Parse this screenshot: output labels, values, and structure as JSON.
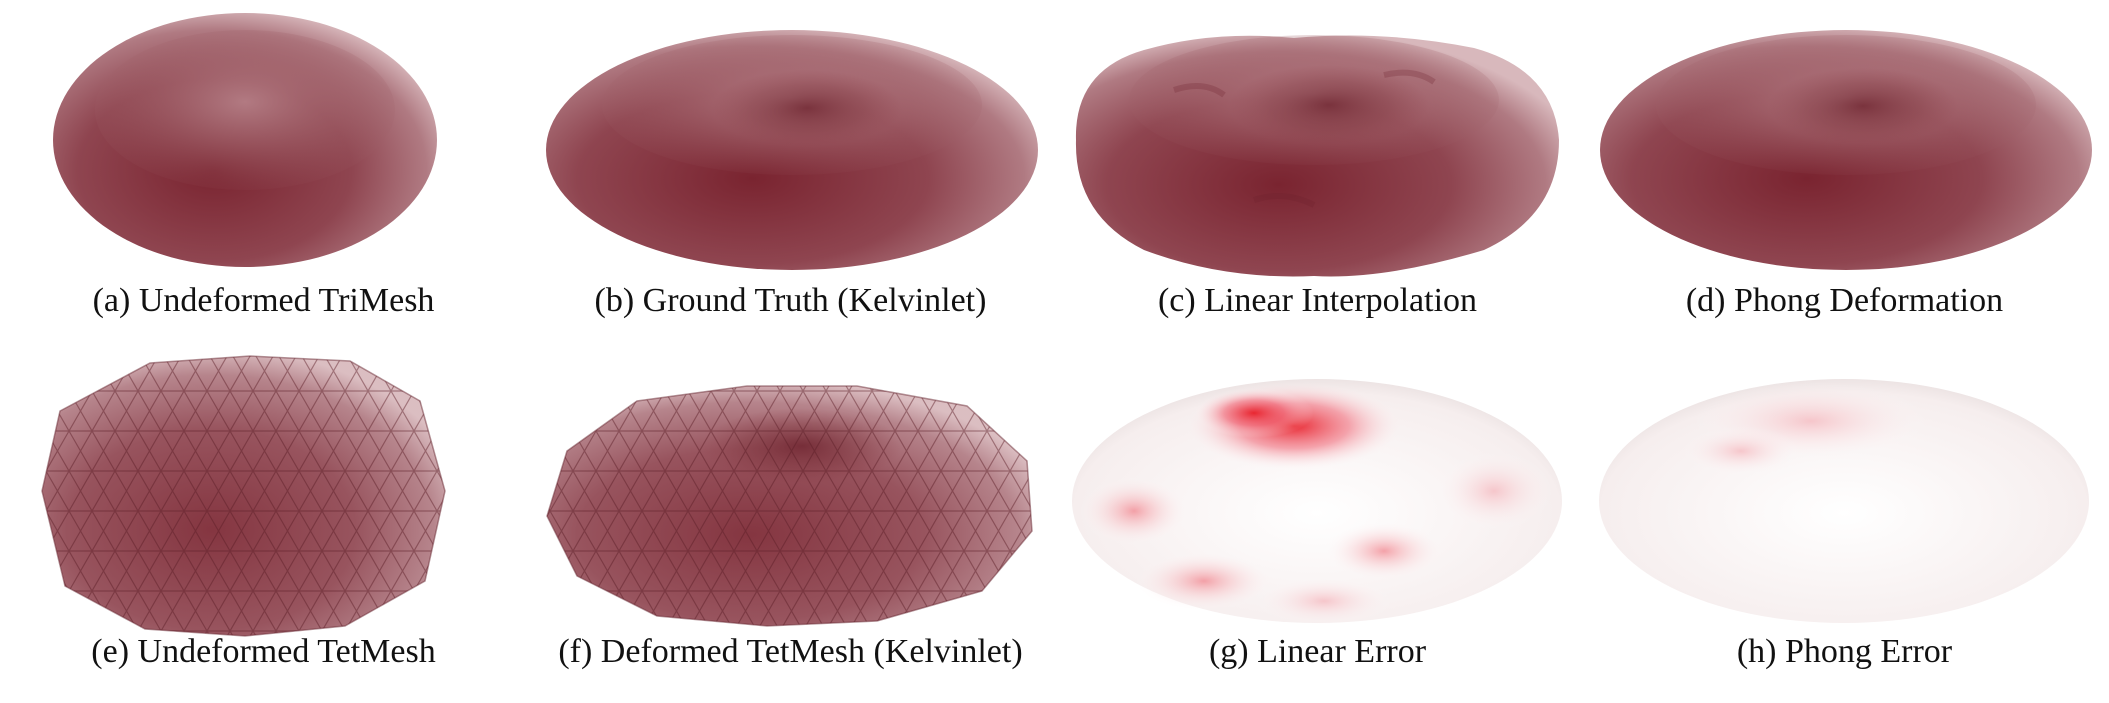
{
  "figure": {
    "panels": [
      {
        "id": "a",
        "caption": "(a) Undeformed TriMesh",
        "icon": "rbc-undeformed-smooth",
        "color": "#8a3b45"
      },
      {
        "id": "b",
        "caption": "(b) Ground Truth (Kelvinlet)",
        "icon": "rbc-deformed-smooth",
        "color": "#8a3b45"
      },
      {
        "id": "c",
        "caption": "(c) Linear Interpolation",
        "icon": "rbc-deformed-bumpy",
        "color": "#8a3b45"
      },
      {
        "id": "d",
        "caption": "(d) Phong Deformation",
        "icon": "rbc-deformed-smooth",
        "color": "#8a3b45"
      },
      {
        "id": "e",
        "caption": "(e) Undeformed TetMesh",
        "icon": "rbc-undeformed-wireframe",
        "color": "#8a3b45"
      },
      {
        "id": "f",
        "caption": "(f) Deformed TetMesh (Kelvinlet)",
        "icon": "rbc-deformed-wireframe",
        "color": "#8a3b45"
      },
      {
        "id": "g",
        "caption": "(g) Linear Error",
        "icon": "rbc-error-high",
        "color": "#e8202a"
      },
      {
        "id": "h",
        "caption": "(h) Phong Error",
        "icon": "rbc-error-low",
        "color": "#f0a0a8"
      }
    ]
  }
}
